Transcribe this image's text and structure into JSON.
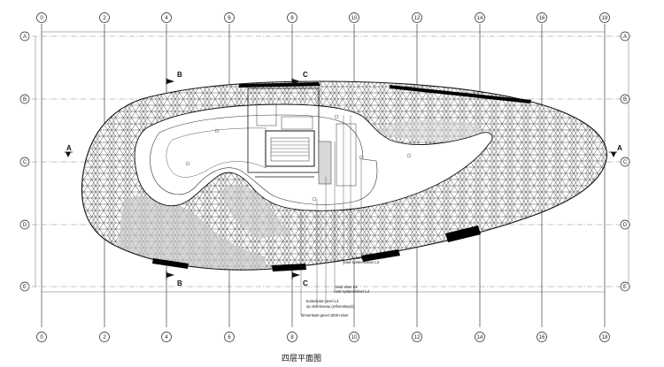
{
  "title": "四层平面图",
  "grid": {
    "columns": [
      "0",
      "2",
      "4",
      "6",
      "8",
      "10",
      "12",
      "14",
      "16",
      "18"
    ],
    "rows": [
      "A",
      "B",
      "C",
      "D",
      "E"
    ]
  },
  "sections": [
    {
      "id": "A",
      "label": "A"
    },
    {
      "id": "B",
      "label": "B"
    },
    {
      "id": "C",
      "label": "C"
    }
  ],
  "annotations": [
    "rand vloer L3",
    "rand systeemvloer L3",
    "rand vloer L4",
    "rand systeemvloer L4",
    "buitenkant gevel L3",
    "op vloerniveau (referentiepin)",
    "binnenkant gevel 1500+vloer"
  ],
  "colors": {
    "ink": "#222222",
    "shade": "#c8c8c8",
    "void": "#ffffff",
    "panel": "#000000"
  }
}
